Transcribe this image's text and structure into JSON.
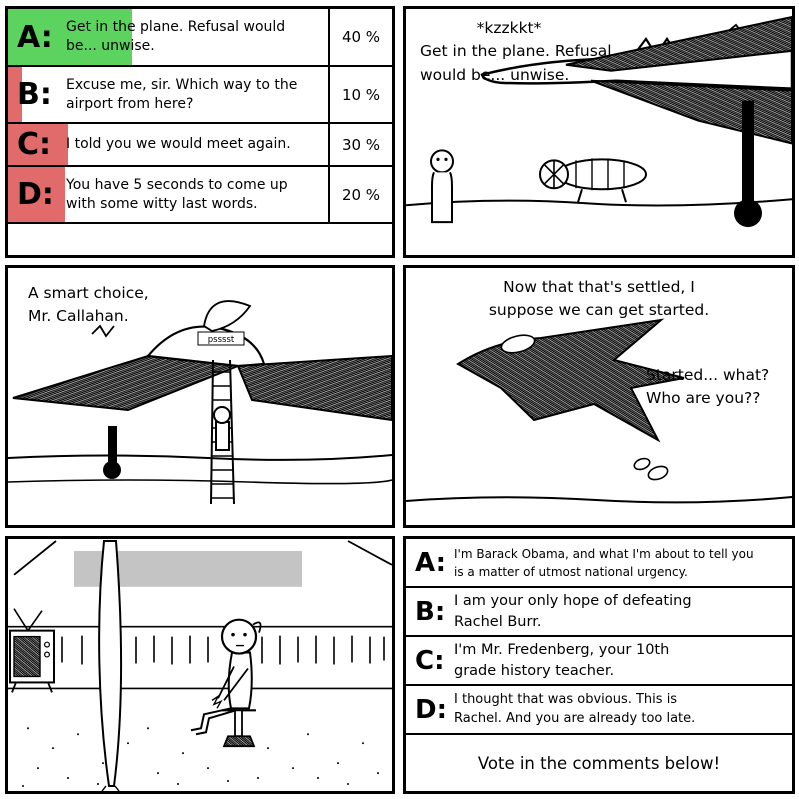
{
  "colors": {
    "winner_green": "#5dd35f",
    "loser_red": "#e16a6a",
    "censor_gray": "#c4c4c4",
    "ink": "#000000",
    "paper": "#ffffff"
  },
  "poll": {
    "options": [
      {
        "letter": "A:",
        "text": "Get in the plane. Refusal would be... unwise.",
        "percent": "40 %",
        "bar_style": "width:124px;background:#5dd35f"
      },
      {
        "letter": "B:",
        "text": "Excuse me, sir. Which way to the airport from here?",
        "percent": "10 %",
        "bar_style": "width:14px;background:#e16a6a"
      },
      {
        "letter": "C:",
        "text": "I told you we would meet again.",
        "percent": "30 %",
        "bar_style": "width:60px;background:#e16a6a"
      },
      {
        "letter": "D:",
        "text": "You have 5 seconds to come up with some witty last words.",
        "percent": "20 %",
        "bar_style": "width:57px;background:#e16a6a"
      }
    ]
  },
  "panel2": {
    "radio_noise": "*kzzkkt*",
    "speech": "Get in the plane. Refusal\nwould be... unwise."
  },
  "panel3": {
    "speech": "A smart choice,\nMr. Callahan.",
    "cockpit_sound": "psssst"
  },
  "panel4": {
    "speech": "Now that that's settled, I\nsuppose we can get started.",
    "reply": "Started... what?\nWho are you??"
  },
  "panel6": {
    "options": [
      {
        "letter": "A:",
        "text": "I'm Barack Obama, and what I'm about to tell you is a matter of utmost national urgency."
      },
      {
        "letter": "B:",
        "text": "I am your only hope of defeating Rachel Burr."
      },
      {
        "letter": "C:",
        "text": "I'm Mr. Fredenberg, your 10th grade history teacher."
      },
      {
        "letter": "D:",
        "text": "I thought that was obvious. This is Rachel. And you are already too late."
      }
    ],
    "footer": "Vote in the comments below!"
  }
}
